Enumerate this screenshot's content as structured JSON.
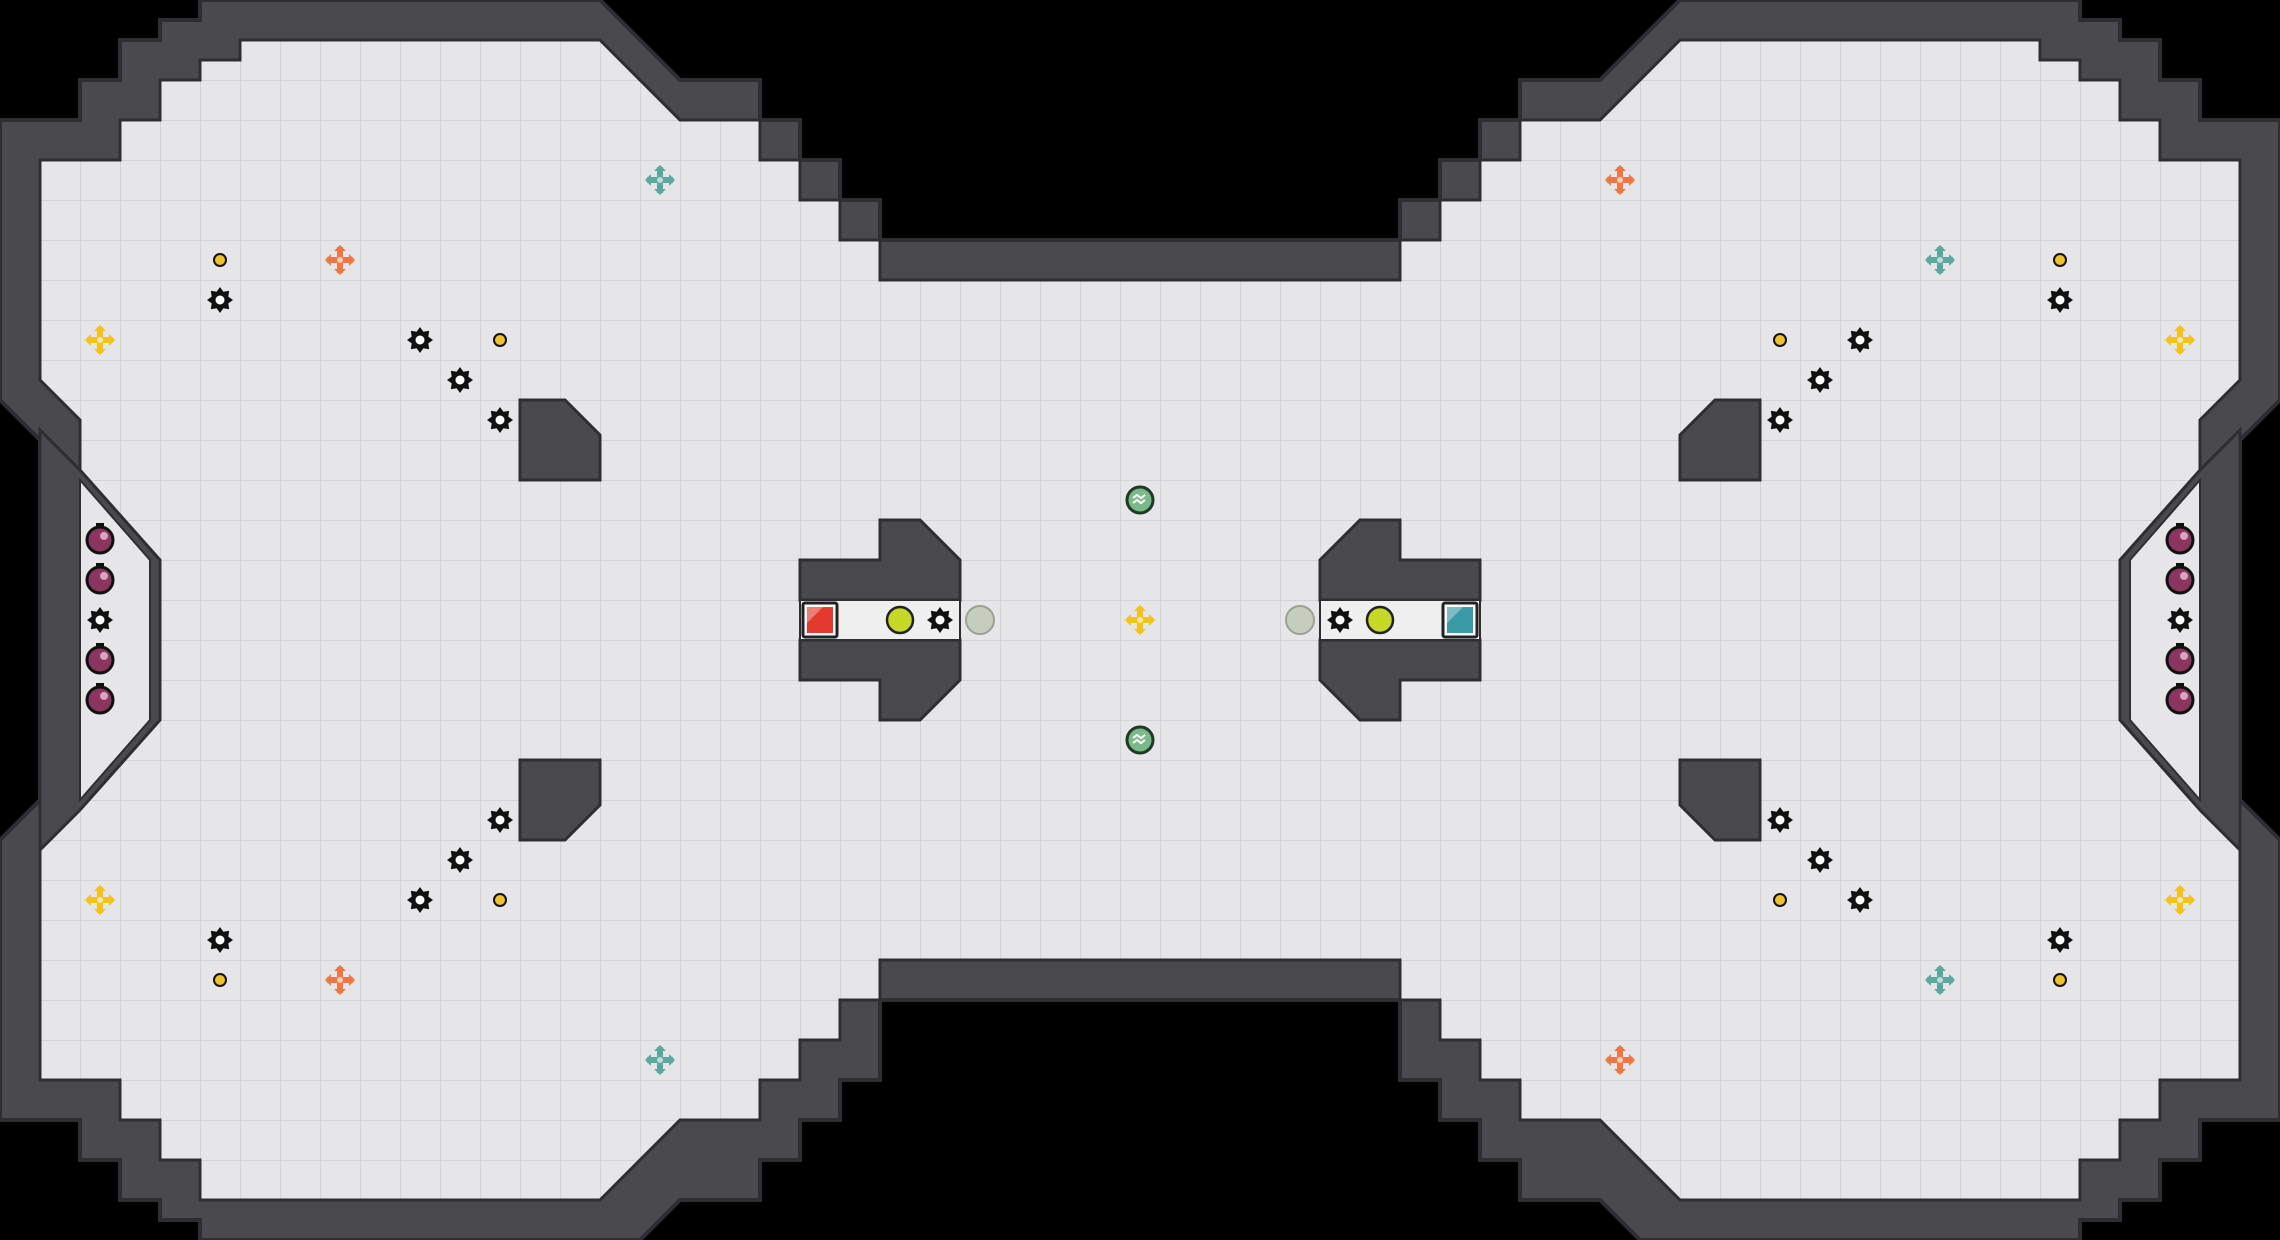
{
  "map": {
    "name": "arena-map",
    "colors": {
      "background": "#000000",
      "floor": "#e6e6e9",
      "grid": "#d2d2d7",
      "wall": "#4a4a4e",
      "wall_outline": "#2e2e32",
      "red_zone": "#e9c3b6",
      "blue_zone": "#bcd2e4",
      "checker": "#f4f4f4",
      "red_team": "#e23a2c",
      "blue_team": "#3a9aa6",
      "boost_yellow": "#f3c21d",
      "boost_orange": "#ee7745",
      "boost_teal": "#5aa8a0",
      "ball_green": "#c6d826",
      "ball_gray": "#c6cdbf",
      "pickup_green": "#7ab98a",
      "mine_purple": "#8a3560",
      "coin": "#f0c22b"
    }
  },
  "legend_entities": {
    "red_flag": "red-team-flag",
    "blue_flag": "blue-team-flag",
    "spike_mine": "spike-mine-icon",
    "bomb": "bomb-icon",
    "boost": "boost-pad-icon",
    "ball": "ball-icon",
    "coin": "coin-icon",
    "speed_pickup": "speed-pickup-icon"
  }
}
